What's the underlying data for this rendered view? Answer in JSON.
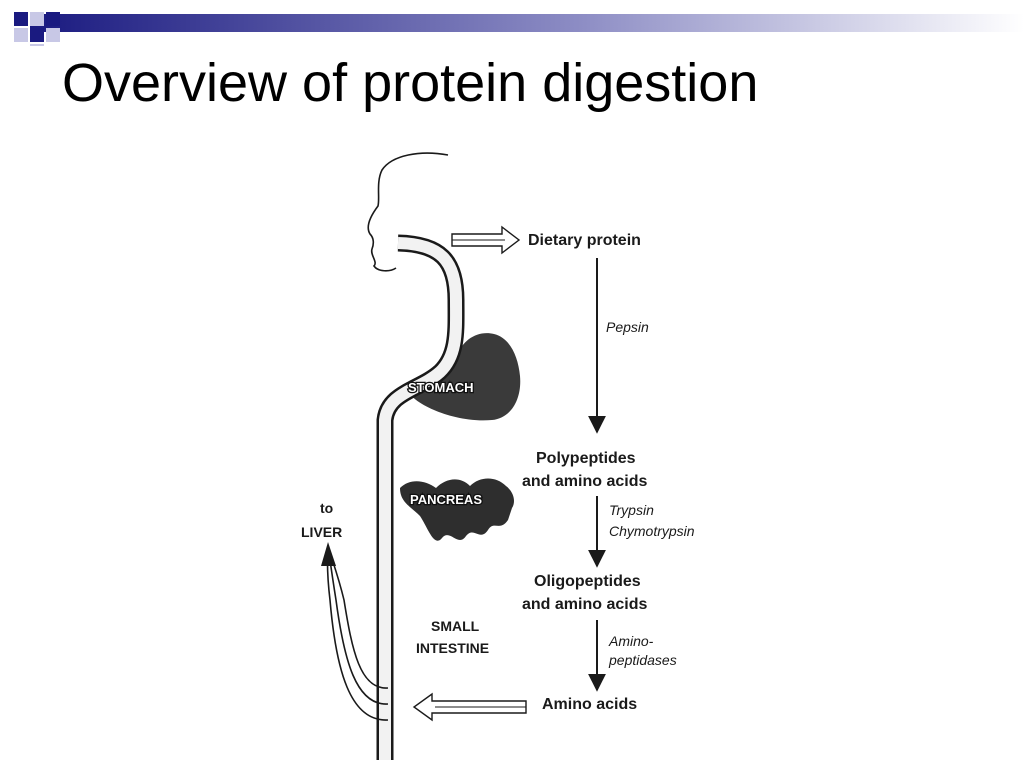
{
  "title": "Overview of protein digestion",
  "colors": {
    "accent_navy": "#1a1a80",
    "accent_light": "#c8c8e6",
    "ink": "#1a1a1a"
  },
  "labels": {
    "dietary_protein": "Dietary protein",
    "pepsin": "Pepsin",
    "stomach": "STOMACH",
    "polypeptides_line1": "Polypeptides",
    "polypeptides_line2": "and amino acids",
    "pancreas": "PANCREAS",
    "trypsin": "Trypsin",
    "chymotrypsin": "Chymotrypsin",
    "oligopeptides_line1": "Oligopeptides",
    "oligopeptides_line2": "and amino acids",
    "aminopeptidases_line1": "Amino-",
    "aminopeptidases_line2": "peptidases",
    "to": "to",
    "liver": "LIVER",
    "small": "SMALL",
    "intestine": "INTESTINE",
    "amino_acids": "Amino acids"
  }
}
